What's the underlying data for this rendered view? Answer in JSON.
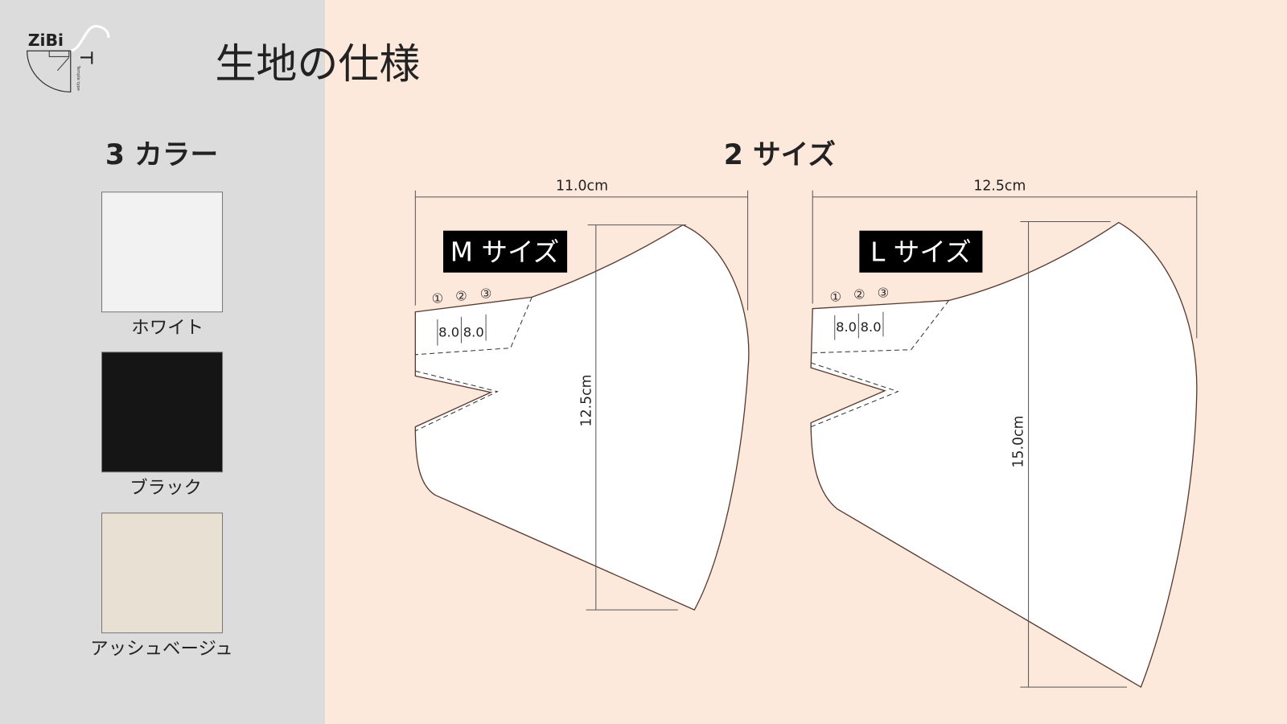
{
  "logo": {
    "brand": "ZiBi",
    "sub": "Temple type"
  },
  "title": "生地の仕様",
  "colors_section": {
    "heading": "3 カラー",
    "swatches": [
      {
        "label": "ホワイト",
        "color": "#f2f2f2"
      },
      {
        "label": "ブラック",
        "color": "#151515"
      },
      {
        "label": "アッシュベージュ",
        "color": "#e8e0d3"
      }
    ]
  },
  "sizes_section": {
    "heading": "2 サイズ",
    "m": {
      "label": "M サイズ",
      "width": "11.0cm",
      "height": "12.5cm",
      "steps": [
        "①",
        "②",
        "③"
      ],
      "seam_a": "8.0",
      "seam_b": "8.0"
    },
    "l": {
      "label": "L サイズ",
      "width": "12.5cm",
      "height": "15.0cm",
      "steps": [
        "①",
        "②",
        "③"
      ],
      "seam_a": "8.0",
      "seam_b": "8.0"
    }
  },
  "theme": {
    "left_bg": "#dcdcdc",
    "right_bg": "#fde9dc",
    "outline": "#5a3a30"
  }
}
